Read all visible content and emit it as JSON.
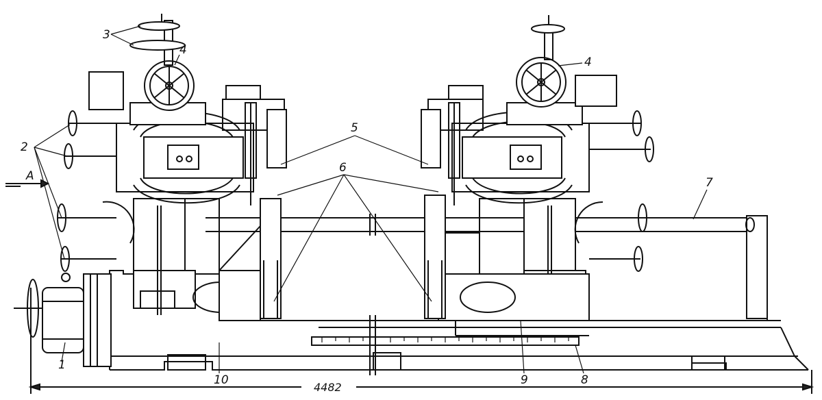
{
  "callouts": {
    "c1": "1",
    "c2": "2",
    "c3": "3",
    "c4_left": "4",
    "c4_right": "4",
    "c5": "5",
    "c6": "6",
    "c7": "7",
    "c8": "8",
    "c9": "9",
    "c10": "10"
  },
  "view_arrow_label": "A",
  "dimension": {
    "overall_length": "4482"
  }
}
